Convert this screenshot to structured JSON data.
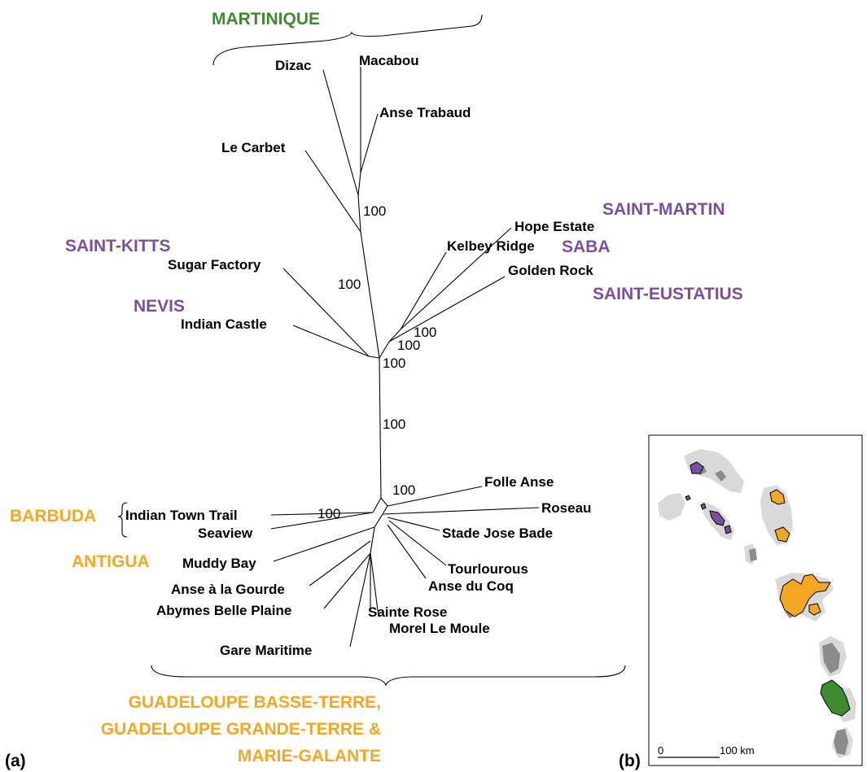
{
  "colors": {
    "martinique": "#3e8a2e",
    "leeward": "#7b4fa0",
    "guadeloupe": "#f5a623",
    "land_grey": "#d9d9d9",
    "land_dark": "#8c8c8c"
  },
  "panels": {
    "a": "(a)",
    "b": "(b)"
  },
  "regions": {
    "martinique": "MARTINIQUE",
    "saint_martin": "SAINT-MARTIN",
    "saba": "SABA",
    "saint_eustatius": "SAINT-EUSTATIUS",
    "saint_kitts": "SAINT-KITTS",
    "nevis": "NEVIS",
    "barbuda": "BARBUDA",
    "antigua": "ANTIGUA",
    "guadeloupe_line1": "GUADELOUPE BASSE-TERRE,",
    "guadeloupe_line2": "GUADELOUPE GRANDE-TERRE &",
    "guadeloupe_line3": "MARIE-GALANTE"
  },
  "tips": {
    "dizac": "Dizac",
    "macabou": "Macabou",
    "anse_trabaud": "Anse Trabaud",
    "le_carbet": "Le Carbet",
    "hope_estate": "Hope Estate",
    "kelbey_ridge": "Kelbey Ridge",
    "golden_rock": "Golden Rock",
    "sugar_factory": "Sugar Factory",
    "indian_castle": "Indian Castle",
    "indian_town_trail": "Indian Town Trail",
    "seaview": "Seaview",
    "muddy_bay": "Muddy Bay",
    "anse_a_la_gourde": "Anse à la Gourde",
    "abymes_belle_plaine": "Abymes Belle Plaine",
    "gare_maritime": "Gare Maritime",
    "sainte_rose": "Sainte Rose",
    "morel_le_moule": "Morel Le Moule",
    "anse_du_coq": "Anse du Coq",
    "tourlourous": "Tourlourous",
    "stade_jose_bade": "Stade Jose Bade",
    "roseau": "Roseau",
    "folle_anse": "Folle Anse"
  },
  "bootstrap": {
    "martinique": "100",
    "kitts_branch": "100",
    "leeward_1": "100",
    "leeward_2": "100",
    "center": "100",
    "main_stem": "100",
    "guadeloupe": "100",
    "barbuda": "100"
  },
  "scale_bar": {
    "zero": "0",
    "distance": "100 km"
  }
}
